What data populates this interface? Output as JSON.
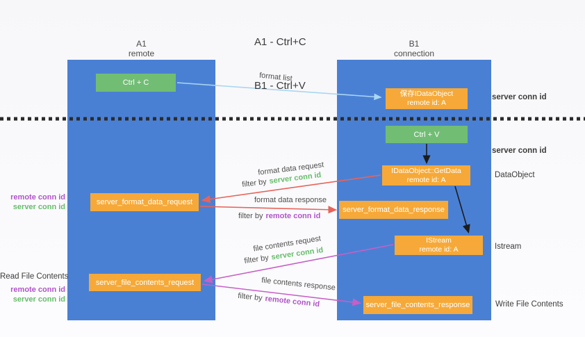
{
  "title": {
    "line1": "A1 - Ctrl+C",
    "line2": "B1 - Ctrl+V"
  },
  "lanes": {
    "a": {
      "name": "A1",
      "role": "remote"
    },
    "b": {
      "name": "B1",
      "role": "connection"
    }
  },
  "nodes": {
    "ctrl_c": {
      "label": "Ctrl + C"
    },
    "ctrl_v": {
      "label": "Ctrl + V"
    },
    "save_idataobject": {
      "line1": "保存IDataObject",
      "line2": "remote id: A"
    },
    "getdata": {
      "line1": "IDataObject::GetData",
      "line2": "remote id: A"
    },
    "format_request": {
      "label": "server_format_data_request"
    },
    "format_response": {
      "label": "server_format_data_response"
    },
    "istream": {
      "line1": "IStream",
      "line2": "remote id: A"
    },
    "file_request": {
      "label": "server_file_contents_request"
    },
    "file_response": {
      "label": "server_file_contents_response"
    }
  },
  "annotations": {
    "format_list": "format list",
    "format_data_request": "format data request",
    "format_data_response": "format data response",
    "file_contents_request": "file contents request",
    "file_contents_response": "file contents response",
    "filter_by": "filter by",
    "server_conn_id": "server conn id",
    "remote_conn_id": "remote conn id",
    "dataobject": "DataObject",
    "istream": "Istream",
    "read_file_contents": "Read File Contents",
    "write_file_contents": "Write File Contents"
  },
  "colors": {
    "lane_blue": "#4a80d4",
    "node_green": "#71bd74",
    "node_orange": "#f6a938",
    "arrow_light_blue": "#a9d6f2",
    "arrow_red": "#e8635a",
    "arrow_magenta": "#c75fc7",
    "arrow_black": "#1c1c1c",
    "conn_id_green": "#67bd6b",
    "conn_id_purple": "#b054c8",
    "text_dark": "#3c3c3c",
    "background": "#f9f9fb"
  }
}
